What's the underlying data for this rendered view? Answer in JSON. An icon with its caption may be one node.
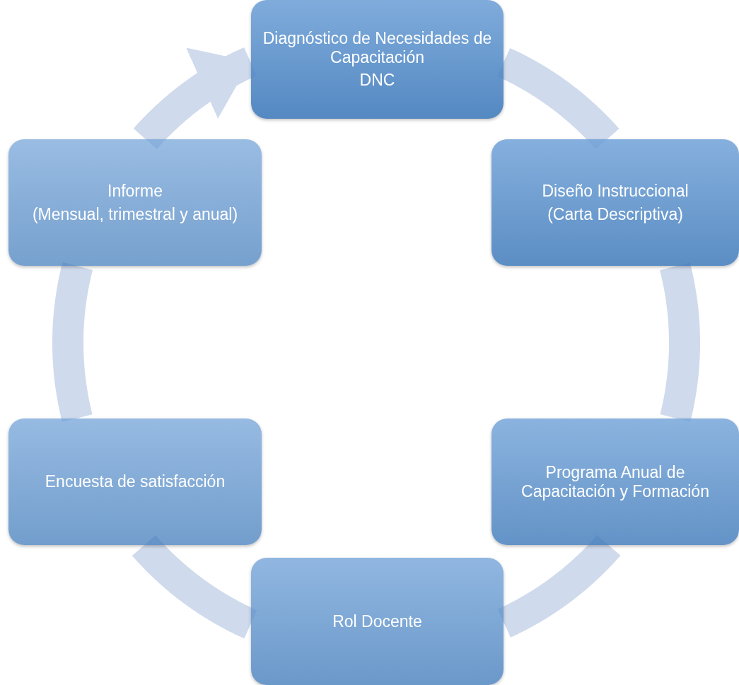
{
  "diagram": {
    "nodes": [
      {
        "text": [
          "Diagnóstico de Necesidades de Capacitación",
          "DNC"
        ]
      },
      {
        "text": [
          "Diseño Instruccional",
          "(Carta Descriptiva)"
        ]
      },
      {
        "text": [
          "Programa Anual de Capacitación y Formación"
        ]
      },
      {
        "text": [
          "Rol Docente"
        ]
      },
      {
        "text": [
          "Encuesta de satisfacción"
        ]
      },
      {
        "text": [
          "Informe",
          "(Mensual, trimestral y anual)"
        ]
      }
    ],
    "edges": [
      {
        "from": 0,
        "to": 1,
        "arrow": "none"
      },
      {
        "from": 1,
        "to": 2,
        "arrow": "none"
      },
      {
        "from": 2,
        "to": 3,
        "arrow": "none"
      },
      {
        "from": 3,
        "to": 4,
        "arrow": "none"
      },
      {
        "from": 4,
        "to": 5,
        "arrow": "none"
      },
      {
        "from": 5,
        "to": 0,
        "arrow": "to"
      }
    ]
  }
}
